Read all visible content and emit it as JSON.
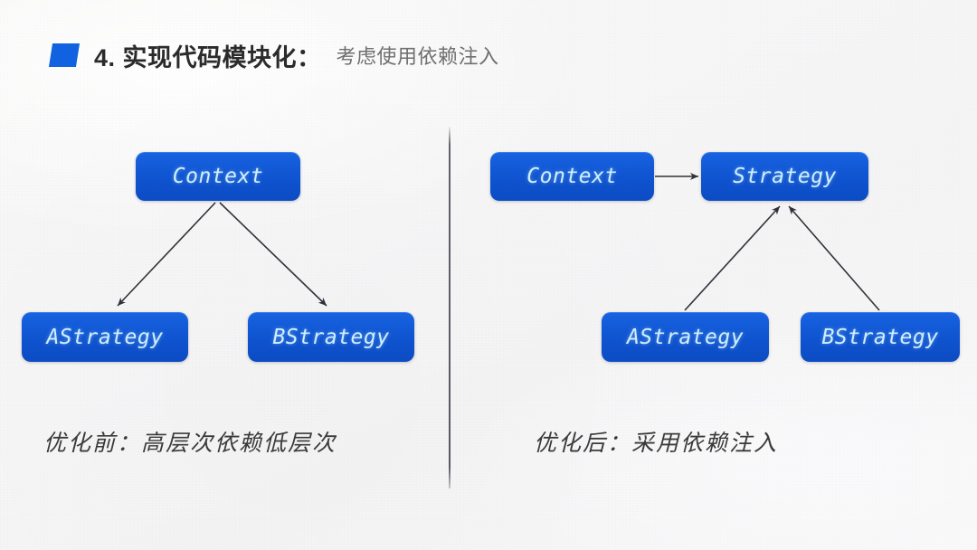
{
  "header": {
    "marker_icon": "blue-parallelogram-bullet",
    "title_main": "4. 实现代码模块化：",
    "title_sub": "考虑使用依赖注入",
    "accent_color": "#1062e0",
    "title_color": "#2b2b2b",
    "subtitle_color": "#6f6f6f"
  },
  "diagram_left": {
    "caption": "优化前：高层次依赖低层次",
    "nodes": {
      "context": "Context",
      "a_strategy": "AStrategy",
      "b_strategy": "BStrategy"
    },
    "edges": [
      {
        "from": "Context",
        "to": "AStrategy",
        "direction": "down"
      },
      {
        "from": "Context",
        "to": "BStrategy",
        "direction": "down"
      }
    ]
  },
  "diagram_right": {
    "caption": "优化后：采用依赖注入",
    "nodes": {
      "context": "Context",
      "strategy": "Strategy",
      "a_strategy": "AStrategy",
      "b_strategy": "BStrategy"
    },
    "edges": [
      {
        "from": "Context",
        "to": "Strategy",
        "direction": "right"
      },
      {
        "from": "AStrategy",
        "to": "Strategy",
        "direction": "up"
      },
      {
        "from": "BStrategy",
        "to": "Strategy",
        "direction": "up"
      }
    ]
  },
  "style": {
    "node_fill": "#0f53cf",
    "node_text": "#cfeffd",
    "arrow_color": "#2f3238",
    "divider_color": "#464850",
    "background": "#f6f6f6"
  }
}
